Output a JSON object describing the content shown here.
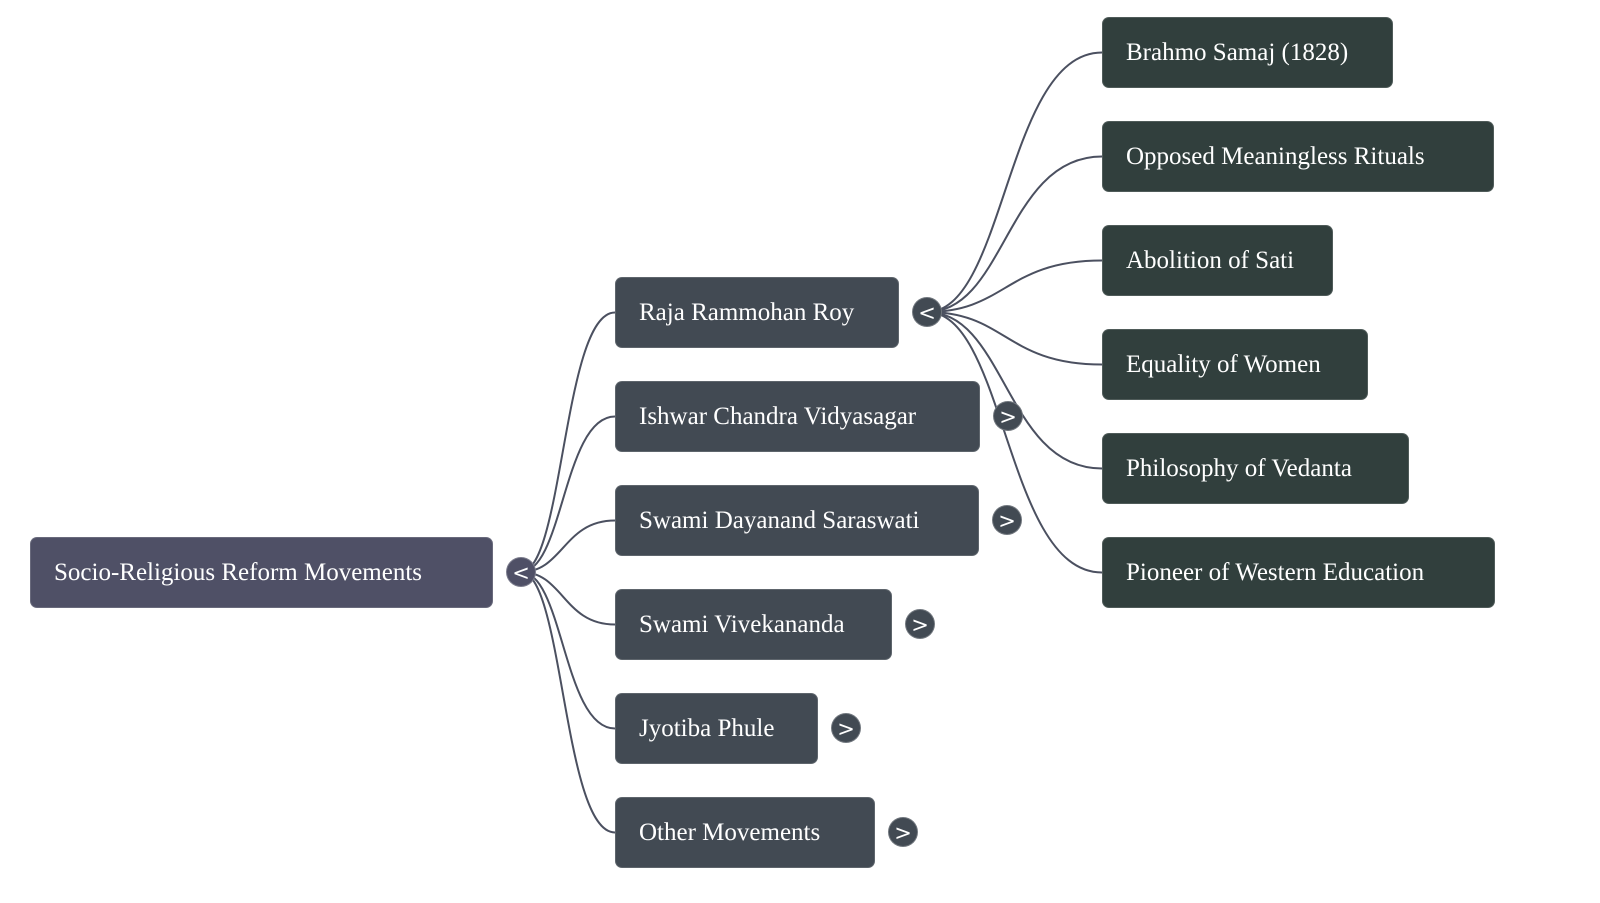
{
  "colors": {
    "root": "#4f5066",
    "level1": "#424a53",
    "level2": "#313f3d",
    "edge": "#4b5060",
    "toggle": "#424a53",
    "toggle_root": "#4f5066"
  },
  "mindmap": {
    "root": {
      "label": "Socio-Religious Reform Movements",
      "toggle": "<",
      "expanded": true
    },
    "branches": [
      {
        "label": "Raja Rammohan Roy",
        "toggle": "<",
        "expanded": true,
        "children": [
          {
            "label": "Brahmo Samaj (1828)"
          },
          {
            "label": "Opposed Meaningless Rituals"
          },
          {
            "label": "Abolition of Sati"
          },
          {
            "label": "Equality of Women"
          },
          {
            "label": "Philosophy of Vedanta"
          },
          {
            "label": "Pioneer of Western Education"
          }
        ]
      },
      {
        "label": "Ishwar Chandra Vidyasagar",
        "toggle": ">",
        "expanded": false
      },
      {
        "label": "Swami Dayanand Saraswati",
        "toggle": ">",
        "expanded": false
      },
      {
        "label": "Swami Vivekananda",
        "toggle": ">",
        "expanded": false
      },
      {
        "label": "Jyotiba Phule",
        "toggle": ">",
        "expanded": false
      },
      {
        "label": "Other Movements",
        "toggle": ">",
        "expanded": false
      }
    ]
  }
}
